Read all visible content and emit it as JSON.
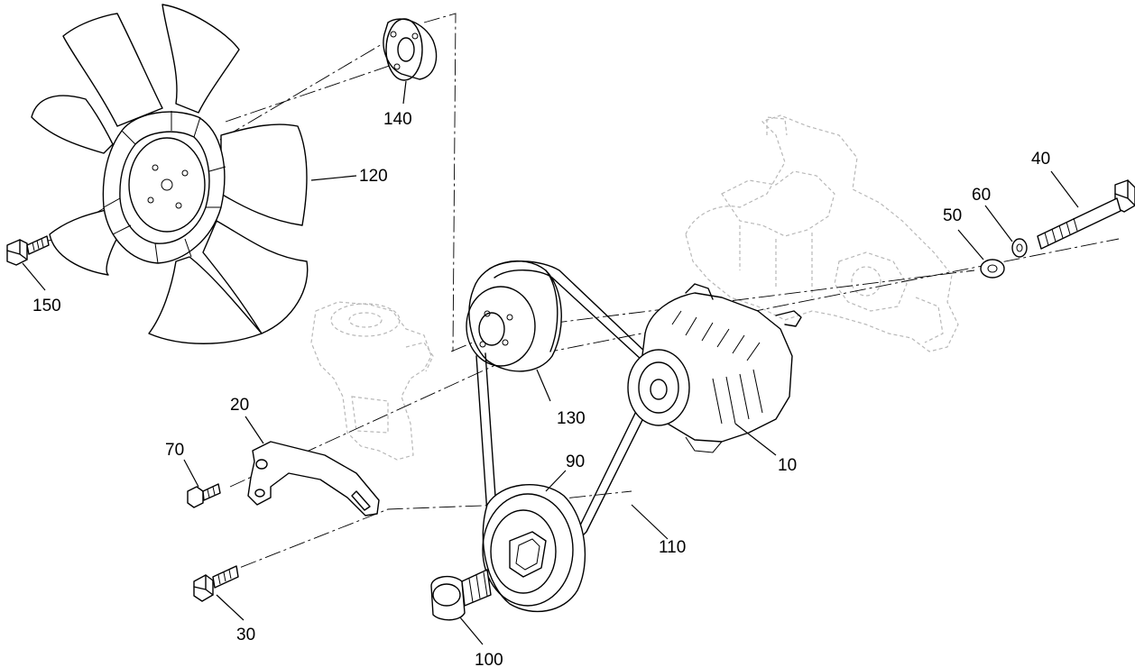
{
  "callouts": {
    "c10": "10",
    "c20": "20",
    "c30": "30",
    "c40": "40",
    "c50": "50",
    "c60": "60",
    "c70": "70",
    "c90": "90",
    "c100": "100",
    "c110": "110",
    "c120": "120",
    "c130": "130",
    "c140": "140",
    "c150": "150"
  }
}
